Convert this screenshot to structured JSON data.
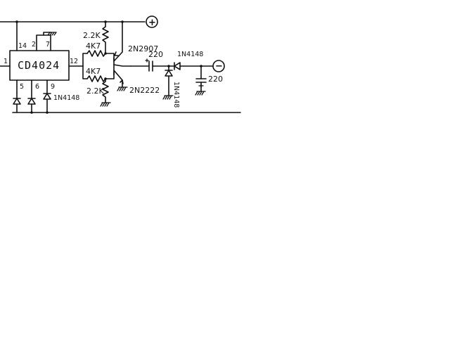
{
  "ic": {
    "name": "CD4024"
  },
  "pins": {
    "p1": "1",
    "p14": "14",
    "p2": "2",
    "p7": "7",
    "p5": "5",
    "p6": "6",
    "p9": "9",
    "p12": "12"
  },
  "components": {
    "r_top": "2.2K",
    "r_b1": "4K7",
    "r_b2": "4K7",
    "r_bot": "2.2K",
    "q_pnp": "2N2907",
    "q_npn": "2N2222",
    "c_series": "220",
    "c_out": "220",
    "d_in_group": "1N4148",
    "d_shunt": "1N4148",
    "d_series": "1N4148"
  },
  "terminals": {
    "pos": "+",
    "neg": "−"
  },
  "icons": [
    "ground-icon",
    "diode-icon",
    "resistor-icon",
    "capacitor-icon",
    "transistor-icon"
  ]
}
